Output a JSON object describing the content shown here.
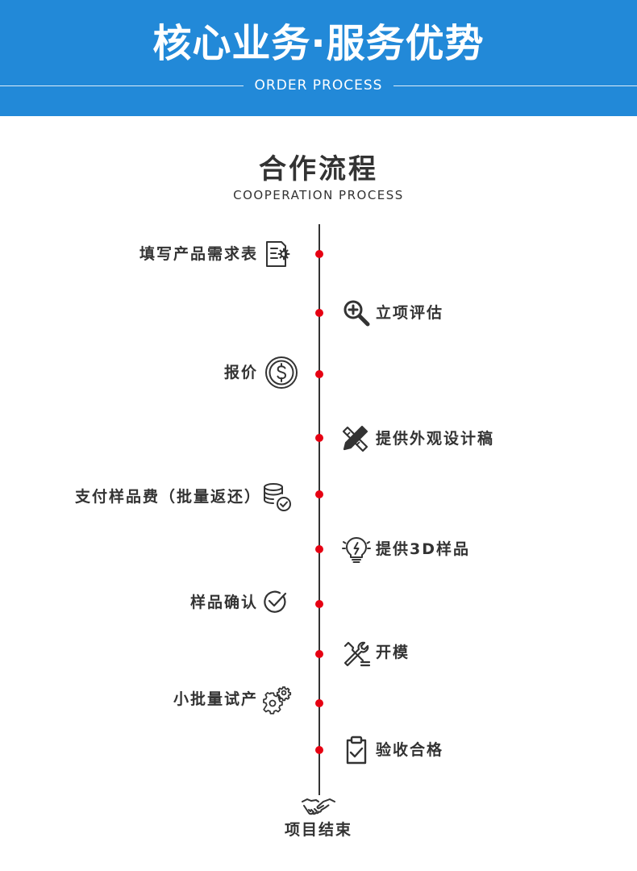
{
  "header": {
    "title": "核心业务·服务优势",
    "subtitle": "ORDER PROCESS",
    "background_color": "#2289d8"
  },
  "section": {
    "title": "合作流程",
    "subtitle": "COOPERATION PROCESS"
  },
  "timeline": {
    "dot_color": "#e60012",
    "steps": [
      {
        "label": "填写产品需求表",
        "icon": "form-settings-icon"
      },
      {
        "label": "立项评估",
        "icon": "zoom-plus-icon"
      },
      {
        "label": "报价",
        "icon": "dollar-coin-icon"
      },
      {
        "label": "提供外观设计稿",
        "icon": "pencil-ruler-icon"
      },
      {
        "label": "支付样品费（批量返还）",
        "icon": "coins-check-icon"
      },
      {
        "label": "提供3D样品",
        "icon": "lightbulb-icon"
      },
      {
        "label": "样品确认",
        "icon": "check-circle-icon"
      },
      {
        "label": "开模",
        "icon": "tools-icon"
      },
      {
        "label": "小批量试产",
        "icon": "gears-icon"
      },
      {
        "label": "验收合格",
        "icon": "clipboard-check-icon"
      }
    ],
    "end": {
      "label": "项目结束",
      "icon": "handshake-icon"
    }
  }
}
